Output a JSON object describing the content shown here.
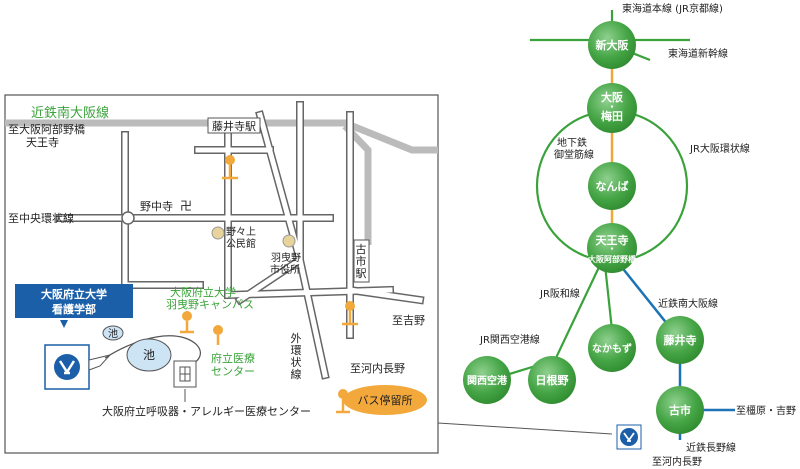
{
  "local_map": {
    "railway_kintetsu": "近鉄南大阪線",
    "to_osaka_abeno": "至大阪阿部野橋",
    "tennoji": "天王寺",
    "fujiidera_station": "藤井寺駅",
    "nonaka_temple": "野中寺",
    "to_chuo_ring": "至中央環状線",
    "nonoue_hall_1": "野々上",
    "nonoue_hall_2": "公民館",
    "habikino_city_1": "羽曳野",
    "habikino_city_2": "市役所",
    "furuichi_station": "古市駅",
    "campus_1": "大阪府立大学",
    "campus_2": "羽曳野キャンパス",
    "nursing_1": "大阪府立大学",
    "nursing_2": "看護学部",
    "pond_small": "池",
    "pond_big": "池",
    "hospital_1": "府立医療",
    "hospital_2": "センター",
    "outer_ring": "外環状線",
    "to_yoshino": "至吉野",
    "to_kawachinagano": "至河内長野",
    "respiratory_center": "大阪府立呼吸器・アレルギー医療センター",
    "bus_stop": "バス停留所",
    "colors": {
      "kintetsu_line": "#3aa23a",
      "nursing_box": "#1b5fa8",
      "bus": "#f2a83a",
      "road": "#999999"
    }
  },
  "route_map": {
    "tokaido_main": "東海道本線 (JR京都線)",
    "tokaido_shinkansen": "東海道新幹線",
    "shin_osaka": "新大阪",
    "umeda_1": "大阪",
    "umeda_dot": "・",
    "umeda_2": "梅田",
    "subway_1": "地下鉄",
    "subway_2": "御堂筋線",
    "jr_loop": "JR大阪環状線",
    "namba": "なんば",
    "tennoji_1": "天王寺",
    "tennoji_dot": "・",
    "tennoji_2": "大阪阿部野橋",
    "jr_hanwa": "JR阪和線",
    "jr_kansai_airport": "JR関西空港線",
    "kintetsu_minami": "近鉄南大阪線",
    "kansai_airport": "関西空港",
    "hineno": "日根野",
    "nakamozu": "なかもず",
    "fujiidera": "藤井寺",
    "furuichi": "古市",
    "to_kashihara": "至橿原・吉野",
    "kintetsu_nagano": "近鉄長野線",
    "to_kawachinagano": "至河内長野",
    "colors": {
      "station": "#4aa84a",
      "line_green": "#3aa23a",
      "line_orange": "#f0a838",
      "line_blue": "#1c73b5"
    }
  }
}
